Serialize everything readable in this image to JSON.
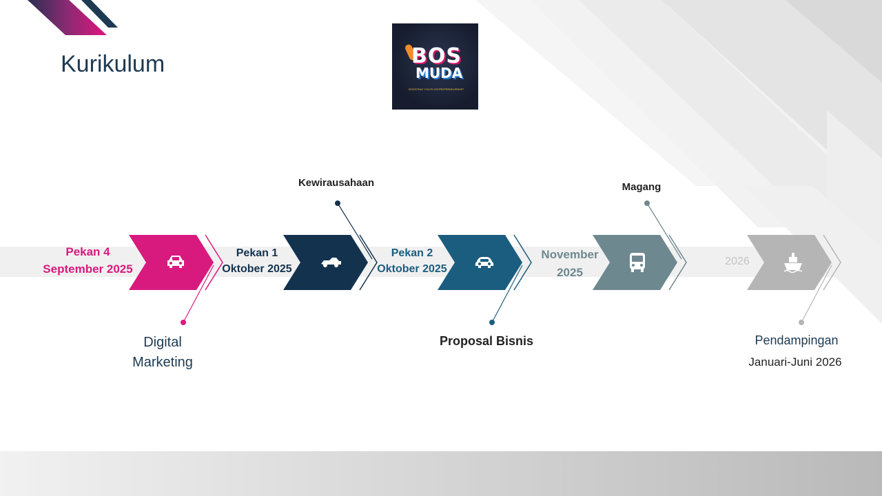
{
  "slide": {
    "title": "Kurikulum"
  },
  "logo": {
    "line1": "BOS",
    "line2": "MUDA",
    "tagline": "BOOSTING YOUTH ENTREPRENEURSHIP"
  },
  "timeline": [
    {
      "date_line1": "Pekan 4",
      "date_line2": "September 2025",
      "topic": "Digital Marketing",
      "color": "#d81a7e",
      "icon": "car-icon"
    },
    {
      "date_line1": "Pekan 1",
      "date_line2": "Oktober 2025",
      "topic": "Kewirausahaan",
      "color": "#13324e",
      "icon": "race-car-icon"
    },
    {
      "date_line1": "Pekan 2",
      "date_line2": "Oktober 2025",
      "topic": "Proposal Bisnis",
      "color": "#1b5d7e",
      "icon": "car-front-icon"
    },
    {
      "date_line1": "November",
      "date_line2": "2025",
      "topic": "Magang",
      "color": "#6e8890",
      "icon": "bus-icon"
    },
    {
      "date_line1": "2026",
      "topic": "Pendampingan",
      "sub": "Januari-Juni 2026",
      "color": "#b5b5b5",
      "icon": "ship-icon"
    }
  ]
}
